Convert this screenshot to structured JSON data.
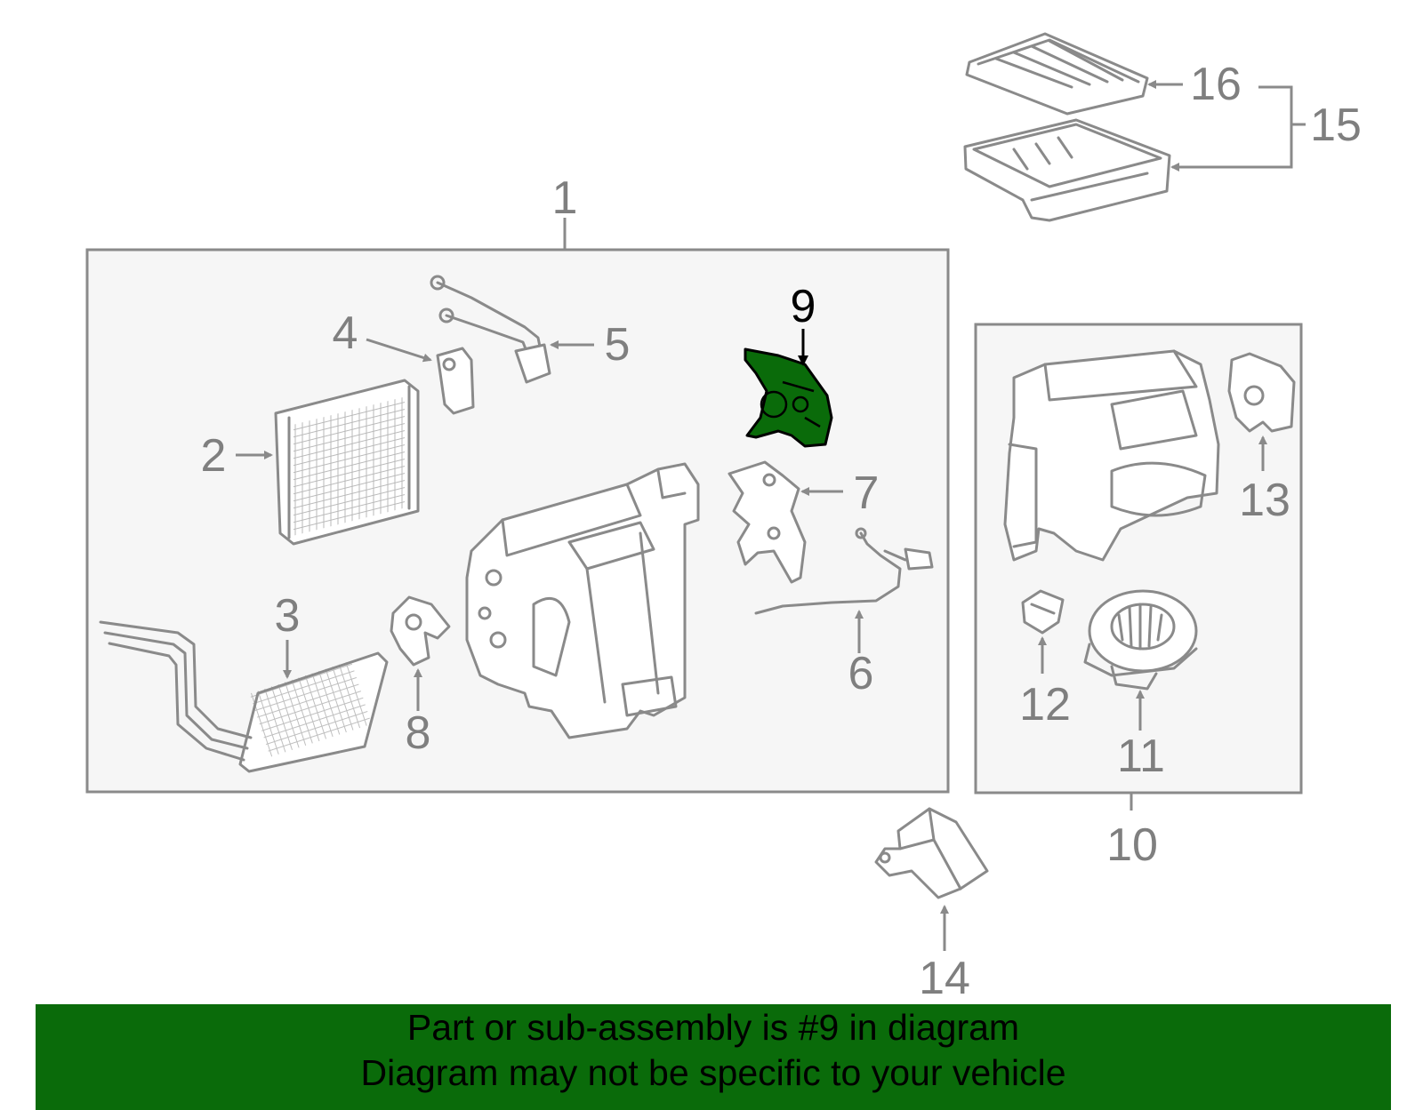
{
  "diagram": {
    "selected_part": "9",
    "callouts": {
      "p1": "1",
      "p2": "2",
      "p3": "3",
      "p4": "4",
      "p5": "5",
      "p6": "6",
      "p7": "7",
      "p8": "8",
      "p9": "9",
      "p10": "10",
      "p11": "11",
      "p12": "12",
      "p13": "13",
      "p14": "14",
      "p15": "15",
      "p16": "16"
    },
    "colors": {
      "highlight": "#0a6b0a",
      "line": "#8a8a8a",
      "box_fill": "#f6f6f6",
      "banner": "#0a6b0a"
    }
  },
  "banner": {
    "line1": "Part or sub-assembly is #9 in diagram",
    "line2": "Diagram may not be specific to your vehicle"
  }
}
